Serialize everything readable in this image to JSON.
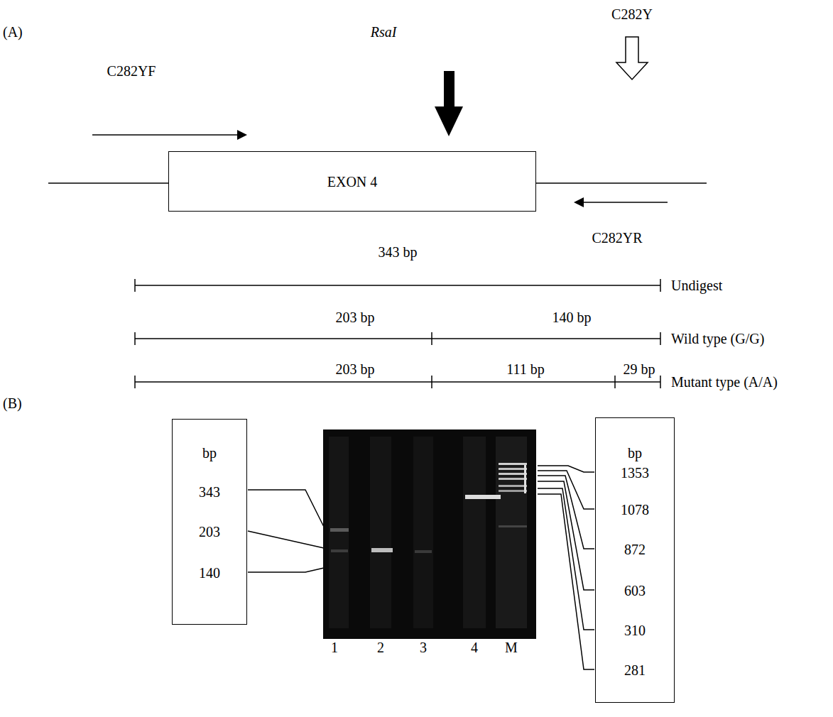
{
  "diagram": {
    "nodes": [
      {
        "text": [
          "EXON 4"
        ]
      },
      {
        "text": [
          "bp",
          "343",
          "203",
          "140"
        ]
      },
      {
        "text": [
          "bp",
          "1353",
          "1078",
          "872",
          "603",
          "310",
          "281"
        ]
      }
    ],
    "labels": [
      "(A)",
      "RsaI",
      "C282Y",
      "C282YF",
      "C282YR",
      "343 bp",
      "Undigest",
      "203 bp",
      "140 bp",
      "Wild type (G/G)",
      "203 bp",
      "111 bp",
      "29 bp",
      "Mutant type (A/A)",
      "(B)",
      "1",
      "2",
      "3",
      "4",
      "M"
    ]
  }
}
